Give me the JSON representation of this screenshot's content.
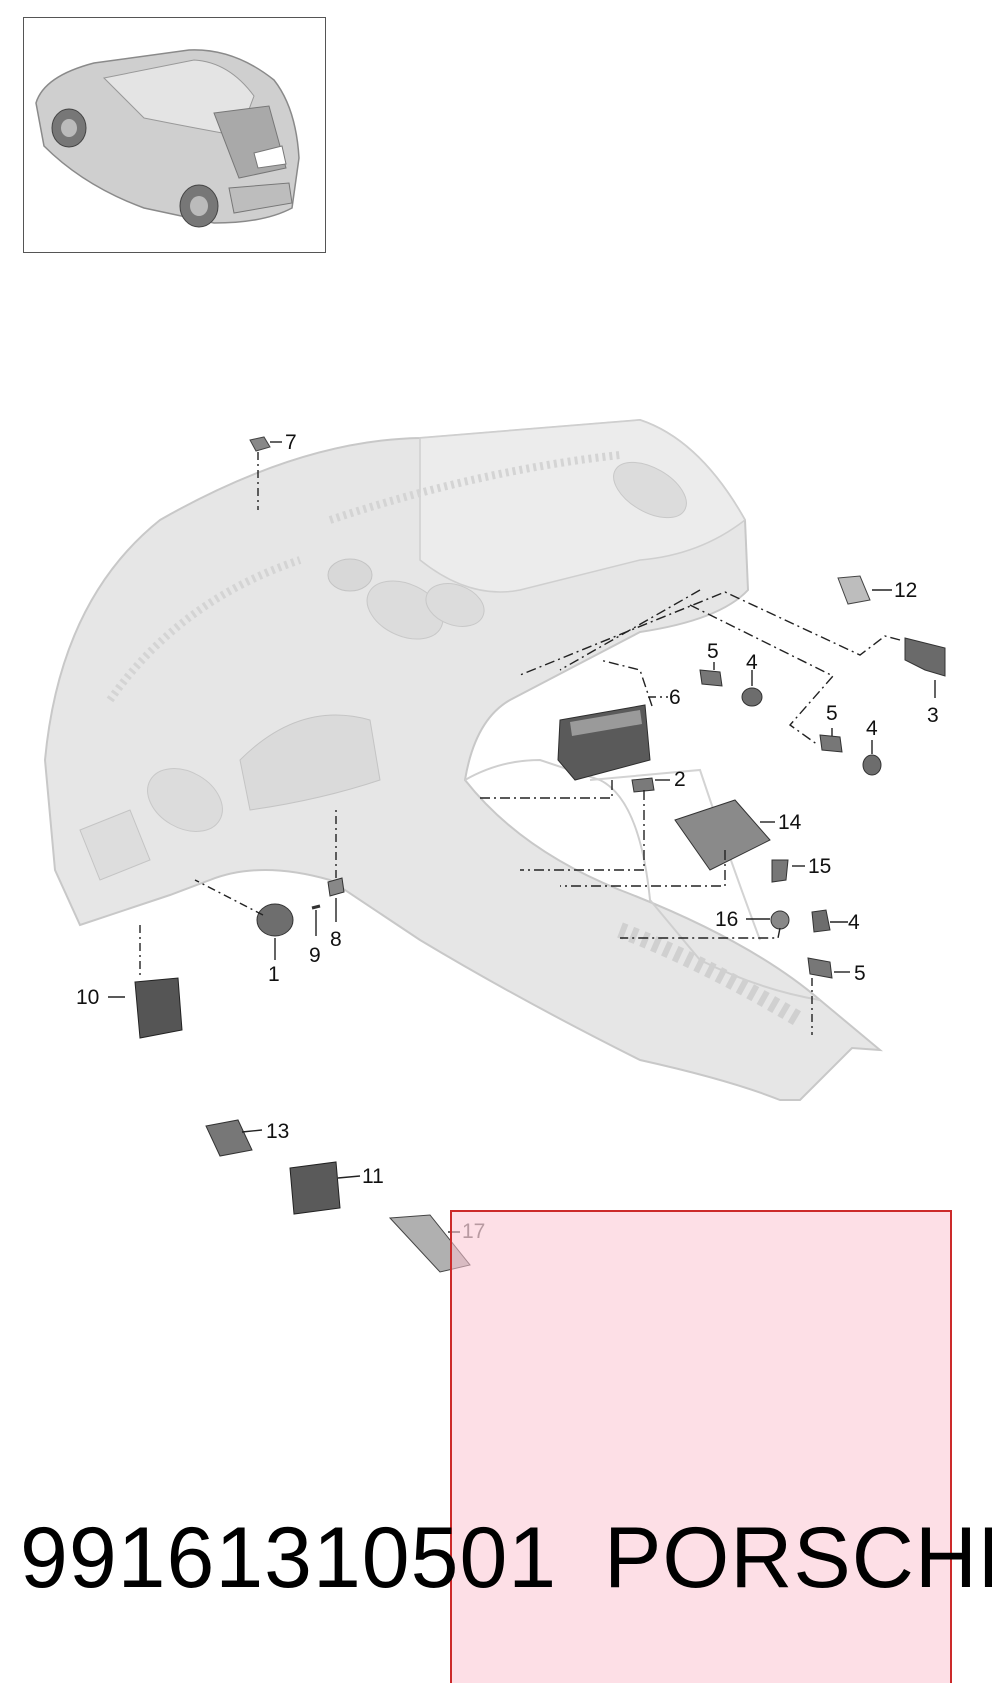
{
  "callouts": [
    {
      "id": "c1",
      "label": "1"
    },
    {
      "id": "c2",
      "label": "2"
    },
    {
      "id": "c3",
      "label": "3"
    },
    {
      "id": "c4a",
      "label": "4"
    },
    {
      "id": "c4b",
      "label": "4"
    },
    {
      "id": "c4c",
      "label": "4"
    },
    {
      "id": "c5a",
      "label": "5"
    },
    {
      "id": "c5b",
      "label": "5"
    },
    {
      "id": "c5c",
      "label": "5"
    },
    {
      "id": "c6",
      "label": "6"
    },
    {
      "id": "c7",
      "label": "7"
    },
    {
      "id": "c8",
      "label": "8"
    },
    {
      "id": "c9",
      "label": "9"
    },
    {
      "id": "c10",
      "label": "10"
    },
    {
      "id": "c11",
      "label": "11"
    },
    {
      "id": "c12",
      "label": "12"
    },
    {
      "id": "c13",
      "label": "13"
    },
    {
      "id": "c14",
      "label": "14"
    },
    {
      "id": "c15",
      "label": "15"
    },
    {
      "id": "c16",
      "label": "16"
    },
    {
      "id": "c17",
      "label": "17"
    }
  ],
  "footer": {
    "part_number": "99161310501",
    "brand": "PORSCHE"
  },
  "colors": {
    "dashboard_fill": "#e6e6e6",
    "dashboard_stroke": "#c8c8c8",
    "part_fill": "#8a8a8a",
    "part_dark": "#4a4a4a",
    "leader": "#222222",
    "highlight_fill": "#fbc4d2",
    "highlight_border": "#cc2a2a"
  }
}
